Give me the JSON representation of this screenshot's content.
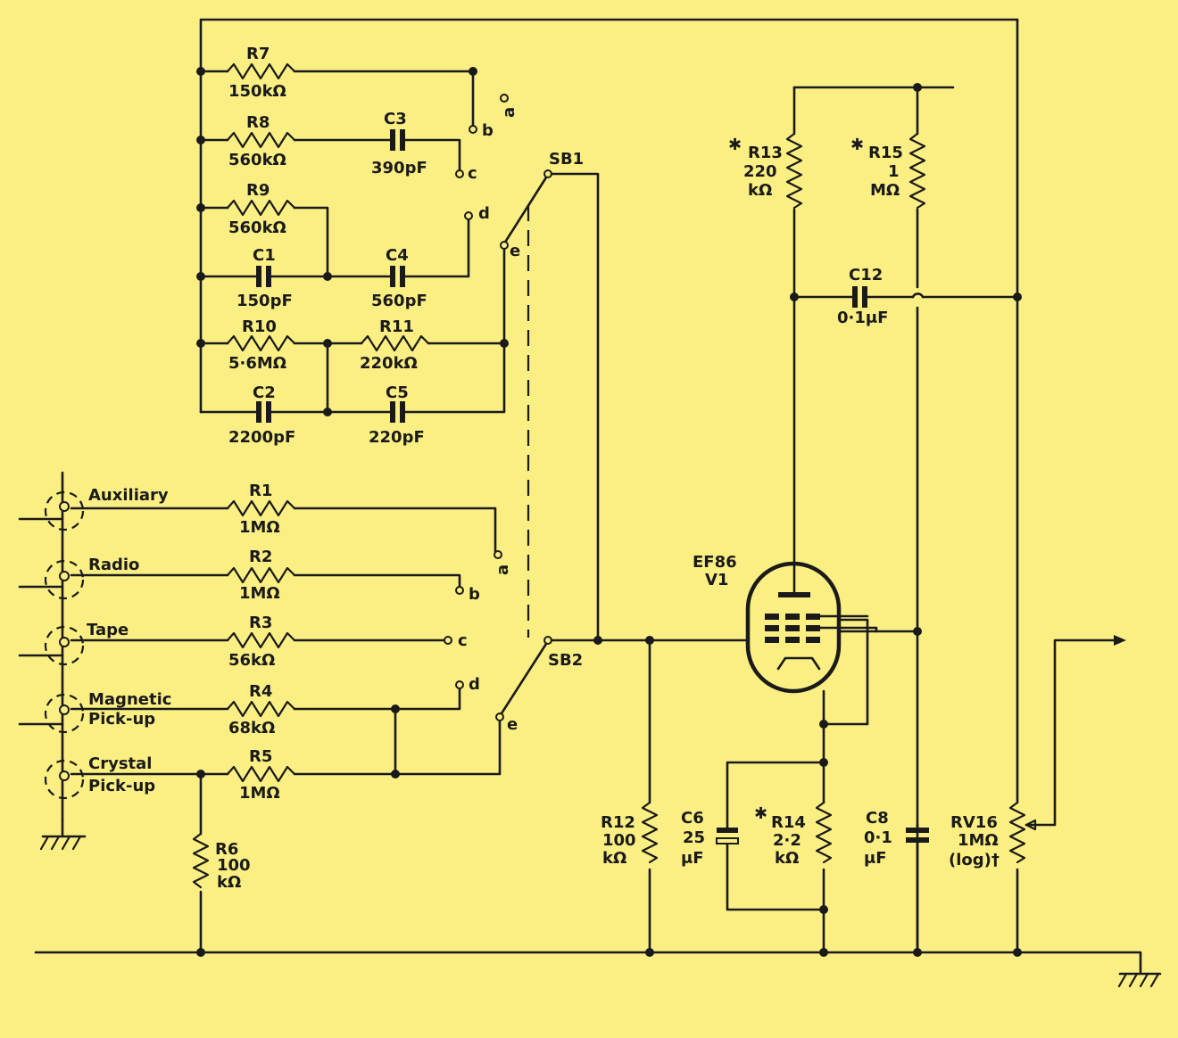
{
  "components": {
    "R7": {
      "ref": "R7",
      "value": "150kΩ"
    },
    "R8": {
      "ref": "R8",
      "value": "560kΩ"
    },
    "C3": {
      "ref": "C3",
      "value": "390pF"
    },
    "R9": {
      "ref": "R9",
      "value": "560kΩ"
    },
    "C1": {
      "ref": "C1",
      "value": "150pF"
    },
    "C4": {
      "ref": "C4",
      "value": "560pF"
    },
    "R10": {
      "ref": "R10",
      "value": "5·6MΩ"
    },
    "R11": {
      "ref": "R11",
      "value": "220kΩ"
    },
    "C2": {
      "ref": "C2",
      "value": "2200pF"
    },
    "C5": {
      "ref": "C5",
      "value": "220pF"
    },
    "R1": {
      "ref": "R1",
      "value": "1MΩ"
    },
    "R2": {
      "ref": "R2",
      "value": "1MΩ"
    },
    "R3": {
      "ref": "R3",
      "value": "56kΩ"
    },
    "R4": {
      "ref": "R4",
      "value": "68kΩ"
    },
    "R5": {
      "ref": "R5",
      "value": "1MΩ"
    },
    "R6": {
      "ref": "R6",
      "value": "100",
      "unit": "kΩ"
    },
    "R12": {
      "ref": "R12",
      "value": "100",
      "unit": "kΩ"
    },
    "C6": {
      "ref": "C6",
      "value": "25",
      "unit": "μF"
    },
    "R14": {
      "ref": "R14",
      "value": "2·2",
      "unit": "kΩ"
    },
    "C8": {
      "ref": "C8",
      "value": "0·1",
      "unit": "μF"
    },
    "RV16": {
      "ref": "RV16",
      "value": "1MΩ",
      "note": "(log)†"
    },
    "R13": {
      "ref": "R13",
      "value": "220",
      "unit": "kΩ"
    },
    "R15": {
      "ref": "R15",
      "value": "1",
      "unit": "MΩ"
    },
    "C12": {
      "ref": "C12",
      "value": "0·1μF"
    },
    "V1": {
      "ref": "V1",
      "type": "EF86"
    }
  },
  "marks": {
    "asterisk": "✱"
  },
  "switches": {
    "sb1": "SB1",
    "sb2": "SB2"
  },
  "contacts": {
    "a": "a",
    "b": "b",
    "c": "c",
    "d": "d",
    "e": "e"
  },
  "inputs": [
    {
      "id": "aux",
      "line1": "Auxiliary",
      "line2": ""
    },
    {
      "id": "radio",
      "line1": "Radio",
      "line2": ""
    },
    {
      "id": "tape",
      "line1": "Tape",
      "line2": ""
    },
    {
      "id": "magnetic",
      "line1": "Magnetic",
      "line2": "Pick-up"
    },
    {
      "id": "crystal",
      "line1": "Crystal",
      "line2": "Pick-up"
    }
  ]
}
